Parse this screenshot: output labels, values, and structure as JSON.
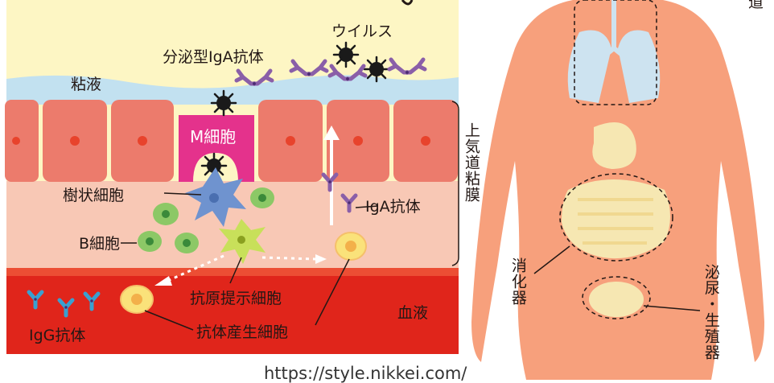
{
  "diagram": {
    "labels": {
      "virus": "ウイルス",
      "secretory_iga": "分泌型IgA抗体",
      "mucus": "粘液",
      "m_cell": "M細胞",
      "dendritic_cell": "樹状細胞",
      "b_cell": "B細胞",
      "iga_antibody": "IgA抗体",
      "antigen_presenting_cell": "抗原提示細胞",
      "igg_antibody": "IgG抗体",
      "antibody_producing_cell": "抗体産生細胞",
      "blood": "血液",
      "upper_airway_mucosa": "上気道粘膜",
      "digestive": "消化器",
      "urogenital": "泌尿・生殖器",
      "top_right_partial": "道"
    },
    "source_url": "https://style.nikkei.com/"
  },
  "colors": {
    "sky": "#fdf6c4",
    "mucus": "#c2e1f0",
    "epithelial_cell": "#ec7b6c",
    "cell_nucleus": "#e8432c",
    "tissue": "#f8c8b5",
    "blood": "#e0251b",
    "m_cell": "#e4328c",
    "dendritic": "#6f93cf",
    "b_cell": "#8cc866",
    "antigen_presenting": "#c8e05a",
    "antibody_purple": "#8a5fa8",
    "antibody_blue": "#3aa0d0",
    "producing_cell": "#fae27a",
    "body": "#f7a07c",
    "lung": "#cde3f0",
    "gut": "#f6e7b2"
  }
}
